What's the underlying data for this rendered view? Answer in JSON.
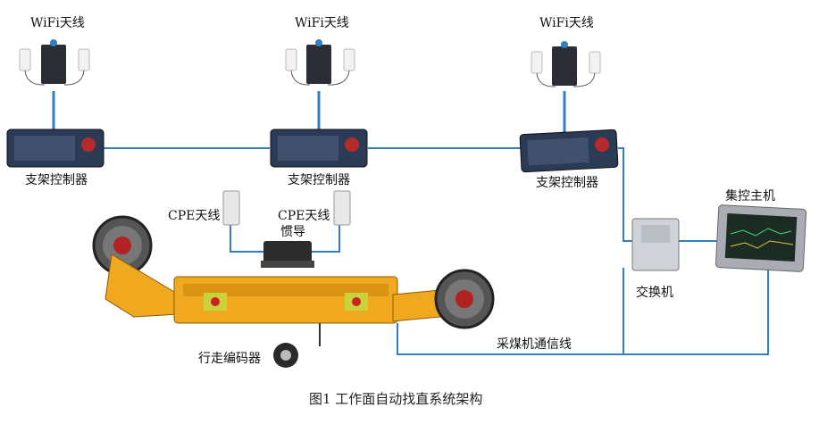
{
  "labels": {
    "wifi_antenna_1": "WiFi天线",
    "wifi_antenna_2": "WiFi天线",
    "wifi_antenna_3": "WiFi天线",
    "support_controller_1": "支架控制器",
    "support_controller_2": "支架控制器",
    "support_controller_3": "支架控制器",
    "cpe_antenna_1": "CPE天线",
    "cpe_antenna_2": "CPE天线",
    "inertial_nav": "惯导",
    "central_host": "集控主机",
    "switch": "交换机",
    "travel_encoder": "行走编码器",
    "shearer_comm_line": "采煤机通信线"
  },
  "caption": "图1   工作面自动找直系统架构",
  "colors": {
    "link": "#2f7fc4",
    "shearer_body": "#f0a81e",
    "controller_body": "#2b3a55"
  }
}
